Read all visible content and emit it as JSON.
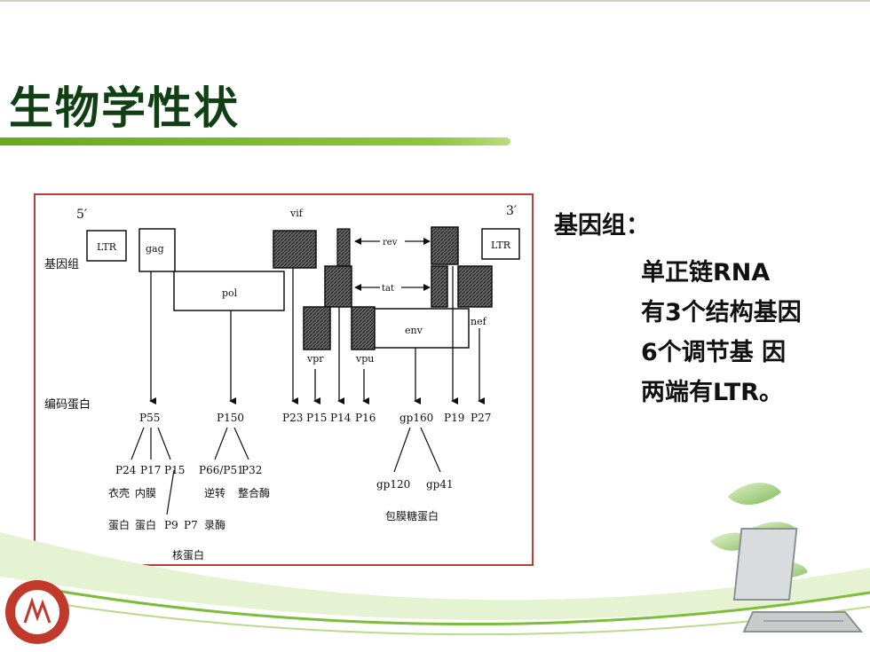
{
  "slide": {
    "title": "生物学性状",
    "genome_label": "基因组：",
    "bullets": [
      "单正链RNA",
      "有3个结构基因",
      "6个调节基 因",
      "两端有LTR。"
    ]
  },
  "figure": {
    "end_5": "5′",
    "end_3": "3′",
    "row_genome": "基因组",
    "row_protein": "编码蛋白",
    "genes": {
      "ltr_left": "LTR",
      "gag": "gag",
      "pol": "pol",
      "vif": "vif",
      "rev": "rev",
      "tat": "tat",
      "env": "env",
      "nef": "nef",
      "vpr": "vpr",
      "vpu": "vpu",
      "ltr_right": "LTR"
    },
    "proteins": {
      "p55": "P55",
      "p150": "P150",
      "p23": "P23",
      "p15": "P15",
      "p14": "P14",
      "p16": "P16",
      "gp160": "gp160",
      "p19": "P19",
      "p27": "P27",
      "p24": "P24",
      "p17": "P17",
      "p15b": "P15",
      "p66p51": "P66/P51",
      "p32": "P32",
      "p9": "P9",
      "p7": "P7",
      "gp120": "gp120",
      "gp41": "gp41"
    },
    "notes": {
      "capsid": "衣壳",
      "capsid2": "蛋白",
      "matrix": "内膜",
      "matrix2": "蛋白",
      "rt": "逆转",
      "rt2": "录酶",
      "integrase": "整合酶",
      "nucleo": "核蛋白",
      "envelope": "包膜糖蛋白"
    }
  },
  "colors": {
    "title": "#0f3f12",
    "accent_green": "#8cc63e",
    "frame": "#b5403a"
  }
}
